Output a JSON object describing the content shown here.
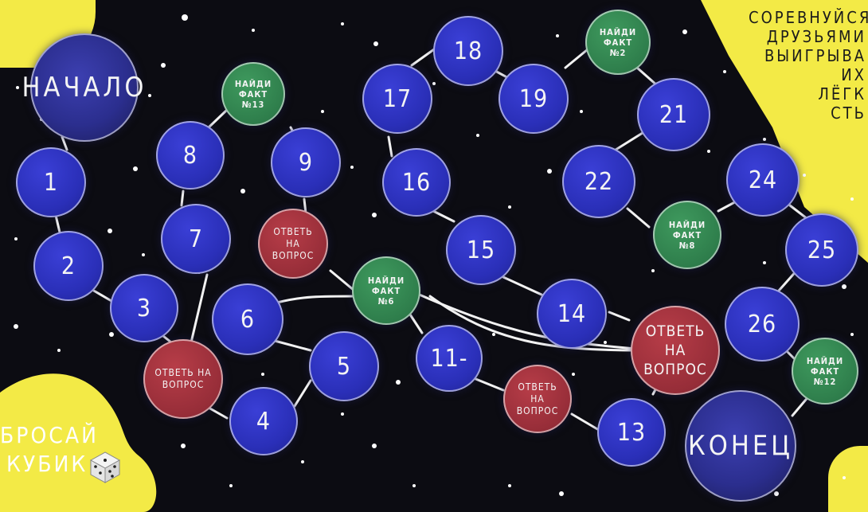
{
  "board": {
    "start_label": "НАЧАЛО",
    "end_label": "КОНЕЦ",
    "cells": [
      {
        "id": "n1",
        "label": "1",
        "type": "number"
      },
      {
        "id": "n2",
        "label": "2",
        "type": "number"
      },
      {
        "id": "n3",
        "label": "3",
        "type": "number"
      },
      {
        "id": "n4",
        "label": "4",
        "type": "number"
      },
      {
        "id": "n5",
        "label": "5",
        "type": "number"
      },
      {
        "id": "n6",
        "label": "6",
        "type": "number"
      },
      {
        "id": "n7",
        "label": "7",
        "type": "number"
      },
      {
        "id": "n8",
        "label": "8",
        "type": "number"
      },
      {
        "id": "n9",
        "label": "9",
        "type": "number"
      },
      {
        "id": "n11",
        "label": "11-",
        "type": "number"
      },
      {
        "id": "n13",
        "label": "13",
        "type": "number"
      },
      {
        "id": "n14",
        "label": "14",
        "type": "number"
      },
      {
        "id": "n15",
        "label": "15",
        "type": "number"
      },
      {
        "id": "n16",
        "label": "16",
        "type": "number"
      },
      {
        "id": "n17",
        "label": "17",
        "type": "number"
      },
      {
        "id": "n18",
        "label": "18",
        "type": "number"
      },
      {
        "id": "n19",
        "label": "19",
        "type": "number"
      },
      {
        "id": "n21",
        "label": "21",
        "type": "number"
      },
      {
        "id": "n22",
        "label": "22",
        "type": "number"
      },
      {
        "id": "n24",
        "label": "24",
        "type": "number"
      },
      {
        "id": "n25",
        "label": "25",
        "type": "number"
      },
      {
        "id": "n26",
        "label": "26",
        "type": "number"
      },
      {
        "id": "f13",
        "label": "НАЙДИ ФАКТ №13",
        "type": "fact"
      },
      {
        "id": "f6",
        "label": "НАЙДИ ФАКТ №6",
        "type": "fact"
      },
      {
        "id": "f2",
        "label": "НАЙДИ ФАКТ №2",
        "type": "fact"
      },
      {
        "id": "f8",
        "label": "НАЙДИ ФАКТ №8",
        "type": "fact"
      },
      {
        "id": "f12",
        "label": "НАЙДИ ФАКТ №12",
        "type": "fact"
      },
      {
        "id": "q1",
        "label": "ОТВЕТЬ НА ВОПРОС",
        "type": "question"
      },
      {
        "id": "q2",
        "label": "ОТВЕТЬ НА ВОПРОС",
        "type": "question"
      },
      {
        "id": "q3",
        "label": "ОТВЕТЬ НА ВОПРОС",
        "type": "question"
      },
      {
        "id": "q4",
        "label": "ОТВЕТЬ НА ВОПРОС",
        "type": "question"
      }
    ],
    "dice_text_line1": "БРОСАЙ",
    "dice_text_line2": "КУБИК",
    "slogan_lines": [
      "СОРЕВНУЙСЯ",
      "ДРУЗЬЯМИ",
      "ВЫИГРЫВА",
      "ИХ",
      "ЛЁГК",
      "СТЬ"
    ]
  },
  "colors": {
    "background": "#0c0c12",
    "yellow": "#f3ea46",
    "blue_cell": "#2a2fb8",
    "green_cell": "#2e7d4b",
    "red_cell": "#962d38"
  }
}
